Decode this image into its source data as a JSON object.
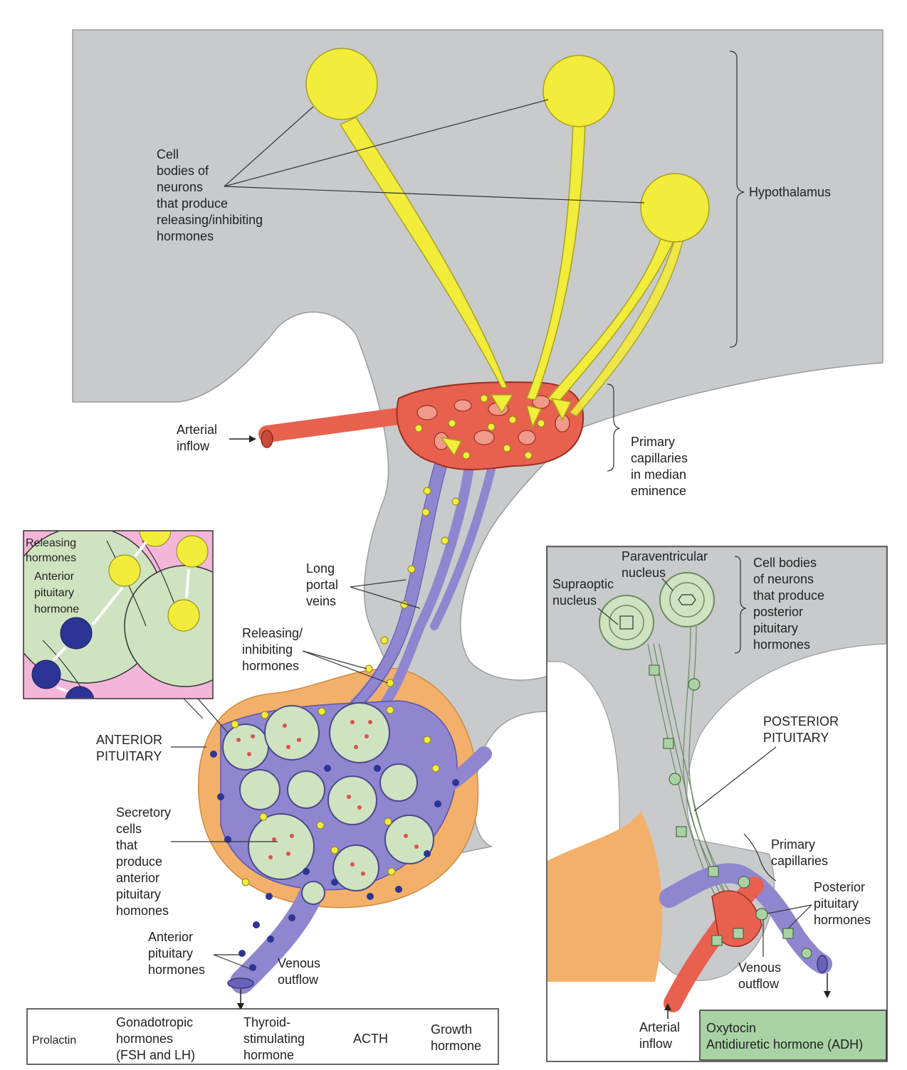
{
  "labels": {
    "cell_bodies": [
      "Cell",
      "bodies of",
      "neurons",
      "that produce",
      "releasing/inhibiting",
      "hormones"
    ],
    "hypothalamus": "Hypothalamus",
    "arterial_inflow_top": [
      "Arterial",
      "inflow"
    ],
    "primary_capillaries_median": [
      "Primary",
      "capillaries",
      "in median",
      "eminence"
    ],
    "long_portal_veins": [
      "Long",
      "portal",
      "veins"
    ],
    "releasing_inhibiting": [
      "Releasing/",
      "inhibiting",
      "hormones"
    ],
    "anterior_pituitary": [
      "ANTERIOR",
      "PITUITARY"
    ],
    "secretory_cells": [
      "Secretory",
      "cells",
      "that",
      "produce",
      "anterior",
      "pituitary",
      "homones"
    ],
    "anterior_pituitary_hormones": [
      "Anterior",
      "pituitary",
      "hormones"
    ],
    "venous_outflow_left": [
      "Venous",
      "outflow"
    ],
    "inset_releasing": [
      "Releasing",
      "hormones"
    ],
    "inset_anterior": [
      "Anterior",
      "pituitary",
      "hormone"
    ],
    "paraventricular": [
      "Paraventricular",
      "nucleus"
    ],
    "supraoptic": [
      "Supraoptic",
      "nucleus"
    ],
    "cell_bodies_posterior": [
      "Cell bodies",
      "of neurons",
      "that produce",
      "posterior",
      "pituitary",
      "hormones"
    ],
    "posterior_pituitary": [
      "POSTERIOR",
      "PITUITARY"
    ],
    "primary_capillaries_posterior": [
      "Primary",
      "capillaries"
    ],
    "posterior_pituitary_hormones": [
      "Posterior",
      "pituitary",
      "hormones"
    ],
    "venous_outflow_right": [
      "Venous",
      "outflow"
    ],
    "arterial_inflow_bottom": [
      "Arterial",
      "inflow"
    ]
  },
  "hormone_table": {
    "prolactin": [
      "Prolactin"
    ],
    "gonadotropic": [
      "Gonadotropic",
      "hormones",
      "(FSH and LH)"
    ],
    "thyroid": [
      "Thyroid-",
      "stimulating",
      "hormone"
    ],
    "acth": [
      "ACTH"
    ],
    "growth": [
      "Growth",
      "hormone"
    ]
  },
  "posterior_box": [
    "Oxytocin",
    "Antidiuretic hormone (ADH)"
  ],
  "colors": {
    "tissue_gray": "#c8cacc",
    "neuron_yellow": "#f2ec3a",
    "artery_red": "#e8604e",
    "vein_blue": "#8f86cf",
    "gland_orange": "#f2b06a",
    "cell_green": "#cfe3c0",
    "inset_pink": "#f3b6d8",
    "dark_blue": "#2c3596",
    "posterior_box_green": "#a9d3a5"
  }
}
